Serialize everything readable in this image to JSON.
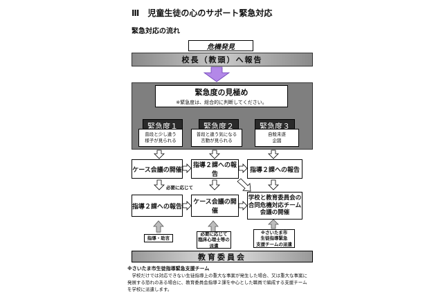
{
  "header": {
    "title": "Ⅲ　児童生徒の心のサポート緊急対応",
    "subtitle": "緊急対応の流れ"
  },
  "flow": {
    "crisis_label": "危機発見",
    "report_principal": "校長（教頭）へ報告",
    "assess_title": "緊急度の見極め",
    "assess_note": "※緊急度は、総合的に判断してください。",
    "levels": [
      {
        "title": "緊急度１",
        "line1": "普段と少し違う",
        "line2": "様子が見られる"
      },
      {
        "title": "緊急度２",
        "line1": "普段と違う気になる",
        "line2": "言動が見られる"
      },
      {
        "title": "緊急度３",
        "line1": "自殺未遂",
        "line2": "企図"
      }
    ],
    "row1": [
      "ケース会議の開催",
      "指導２課への報告",
      "指導２課への報告"
    ],
    "as_needed": "必要に応じて",
    "row2_left": "指導２課への報告",
    "row2_mid": "ケース会議の開催",
    "row2_right": {
      "line1": "学校と教育委員会の",
      "line2": "合同危機対応チーム",
      "line3": "会議の開催"
    },
    "support_left": "指導・助言",
    "support_mid": {
      "line1": "必要に応じて",
      "line2": "臨床心理士等の",
      "line3": "派遣"
    },
    "support_right": {
      "line1": "※さいたま市",
      "line2": "生徒指導緊急",
      "line3": "支援チームの派遣"
    },
    "board": "教育委員会"
  },
  "footnote": {
    "title": "※さいたま市生徒指導緊急支援チーム",
    "body": "　学校だけでは対応できない生徒指導上の重大な事案が発生した場合、又は重大な事案に発展する恐れのある場合に、教育委員会指導２課を中心とした職員で編成する支援チームを学校に派遣します。"
  },
  "colors": {
    "purple_arrow": "#b388e8",
    "dark_frame": "#7f7f7f"
  }
}
